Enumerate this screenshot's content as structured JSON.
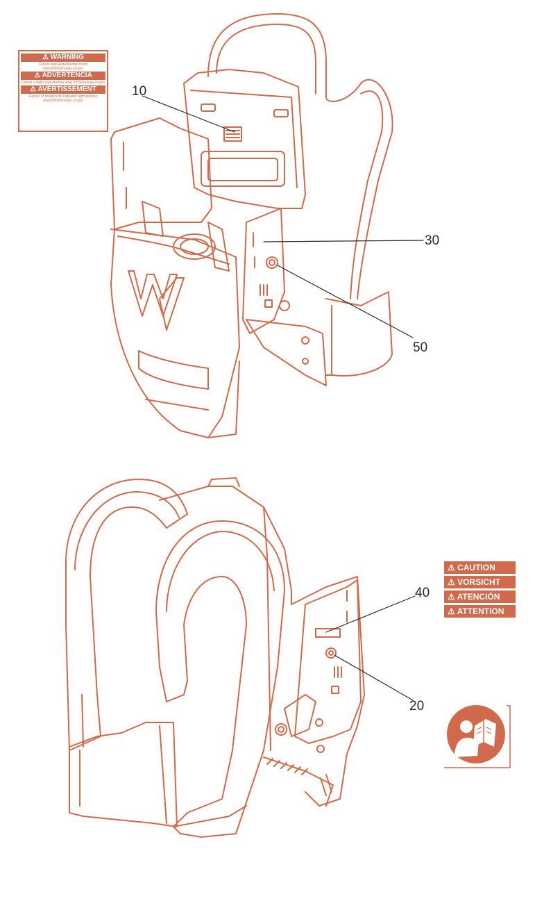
{
  "callouts": {
    "c10": "10",
    "c30": "30",
    "c50": "50",
    "c40": "40",
    "c20": "20"
  },
  "warning_label": {
    "warning": "⚠ WARNING",
    "warning_text": "Cancer and Reproductive Harm www.P65Warnings.ca.gov",
    "advertencia": "⚠ ADVERTENCIA",
    "advertencia_text": "Cáncer y daño reproductivo www.P65Warnings.ca.gov",
    "avertissement": "⚠ AVERTISSEMENT",
    "avertissement_text": "Cancer et troubles de l'appareil reproducteur www.P65Warnings.ca.gov"
  },
  "caution_label": {
    "rows": [
      "CAUTION",
      "VORSICHT",
      "ATENCIÓN",
      "ATTENTION"
    ]
  },
  "colors": {
    "line": "#d06a4b",
    "label_fill": "#d06a4b",
    "callout_text": "#2a2a2a"
  },
  "icons": {
    "manual": "read-manual-icon"
  }
}
